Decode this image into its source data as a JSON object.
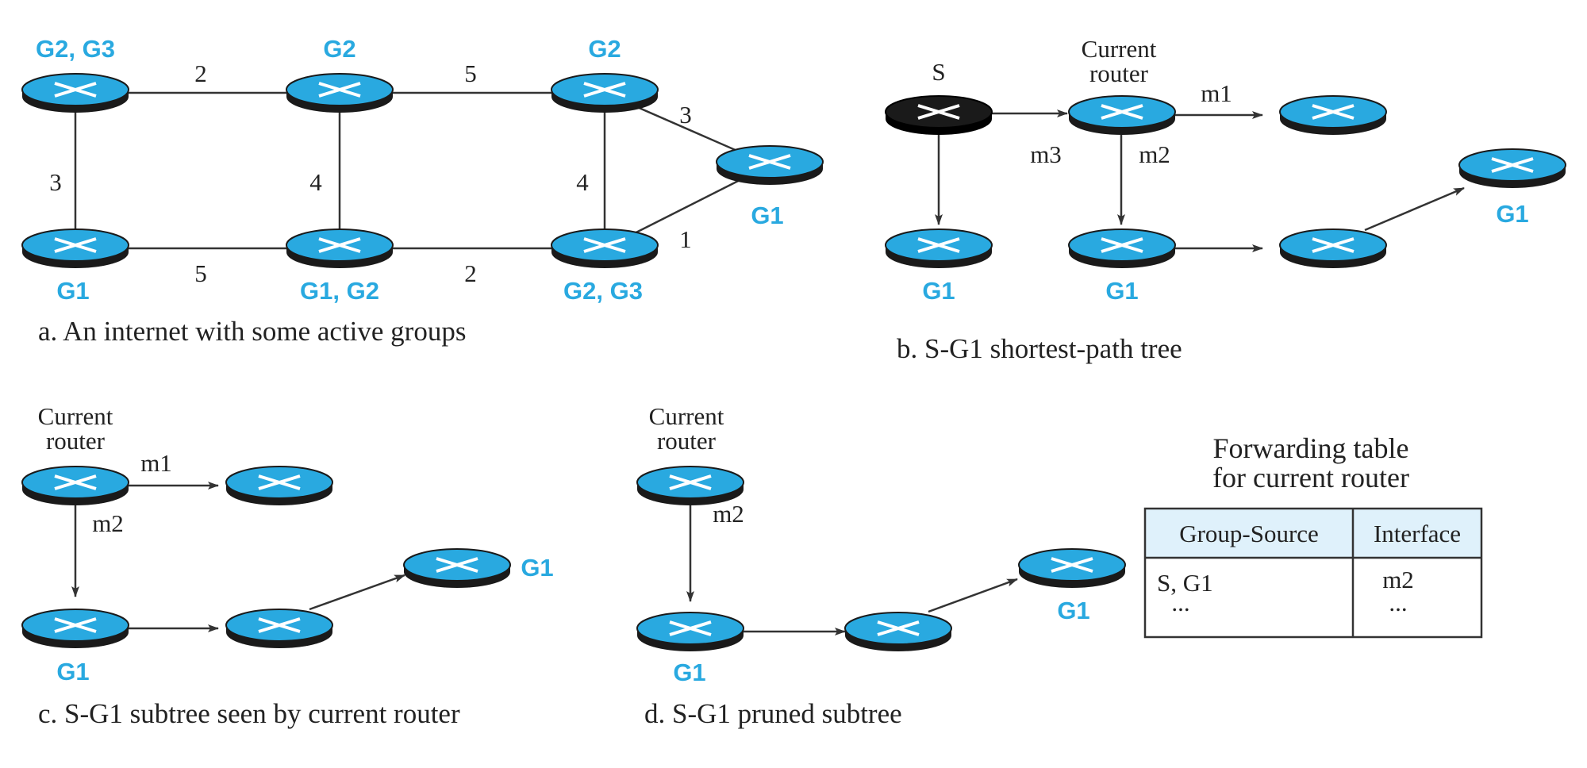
{
  "colors": {
    "router_top": "#29a9e0",
    "router_side": "#1a1a1a",
    "source_router": "#1a1a1a",
    "group_label": "#29a9e0",
    "table_header": "#dff1fb"
  },
  "panel_a": {
    "caption": "a. An internet with some active groups",
    "group_labels": [
      "G2, G3",
      "G2",
      "G2",
      "G1",
      "G1",
      "G1, G2",
      "G2, G3"
    ],
    "edge_weights": [
      "2",
      "5",
      "3",
      "3",
      "4",
      "4",
      "5",
      "2",
      "1"
    ]
  },
  "panel_b": {
    "caption": "b. S-G1 shortest-path tree",
    "source_label": "S",
    "current_router_label": [
      "Current",
      "router"
    ],
    "interfaces": [
      "m1",
      "m3",
      "m2"
    ],
    "group_labels": [
      "G1",
      "G1",
      "G1"
    ]
  },
  "panel_c": {
    "caption": "c. S-G1 subtree seen by current router",
    "current_router_label": [
      "Current",
      "router"
    ],
    "interfaces": [
      "m1",
      "m2"
    ],
    "group_labels": [
      "G1",
      "G1"
    ]
  },
  "panel_d": {
    "caption": "d. S-G1 pruned subtree",
    "current_router_label": [
      "Current",
      "router"
    ],
    "interfaces": [
      "m2"
    ],
    "group_labels": [
      "G1",
      "G1"
    ]
  },
  "forwarding_table": {
    "title": [
      "Forwarding table",
      "for current router"
    ],
    "headers": [
      "Group-Source",
      "Interface"
    ],
    "rows": [
      [
        "S, G1",
        "m2"
      ],
      [
        "...",
        "..."
      ]
    ]
  }
}
